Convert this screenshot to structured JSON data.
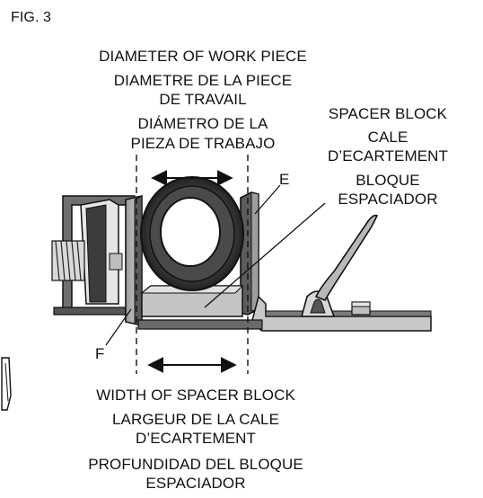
{
  "figure_label": "FIG. 3",
  "diameter_labels": {
    "en": "DIAMETER OF WORK PIECE",
    "fr_line1": "DIAMETRE DE LA PIECE",
    "fr_line2": "DE TRAVAIL",
    "es_line1": "DIÁMETRO DE LA",
    "es_line2": "PIEZA DE TRABAJO"
  },
  "spacer_labels": {
    "en": "SPACER BLOCK",
    "fr_line1": "CALE",
    "fr_line2": "D’ECARTEMENT",
    "es_line1": "BLOQUE",
    "es_line2": "ESPACIADOR"
  },
  "part_labels": {
    "e": "E",
    "f": "F"
  },
  "width_labels": {
    "en": "WIDTH OF SPACER BLOCK",
    "fr_line1": "LARGEUR DE LA CALE",
    "fr_line2": "D’ECARTEMENT",
    "es_line1": "PROFUNDIDAD DEL BLOQUE",
    "es_line2": "ESPACIADOR"
  },
  "colors": {
    "metal_dark": "#3a3a3a",
    "metal_mid": "#8a8a8a",
    "metal_light": "#cfcfcf",
    "spacer": "#c4c4c4"
  }
}
